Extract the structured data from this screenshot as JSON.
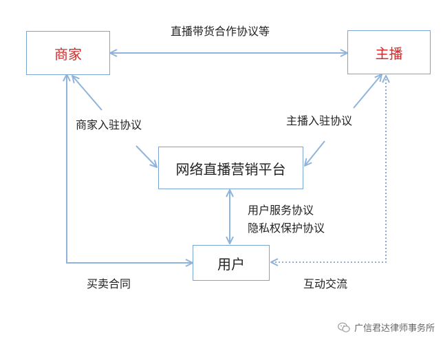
{
  "nodes": {
    "merchant": "商家",
    "anchor": "主播",
    "platform": "网络直播营销平台",
    "user": "用户"
  },
  "edges": {
    "merchant_anchor": "直播带货合作协议等",
    "merchant_platform": "商家入驻协议",
    "anchor_platform": "主播入驻协议",
    "platform_user_1": "用户服务协议",
    "platform_user_2": "隐私权保护协议",
    "merchant_user": "买卖合同",
    "anchor_user": "互动交流"
  },
  "watermark": "广信君达律师事务所",
  "colors": {
    "box_border": "#7aa5d3",
    "arrow": "#8fb4dc",
    "highlight_text": "#d32b2b"
  }
}
